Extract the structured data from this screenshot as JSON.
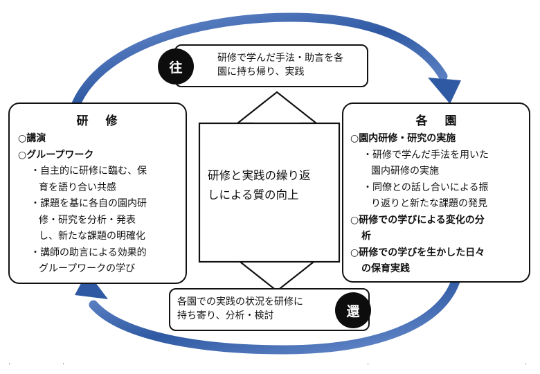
{
  "top_bubble": {
    "badge": "往",
    "lines": [
      "研修で学んだ手法・助言を各",
      "園に持ち帰り、実践"
    ]
  },
  "bottom_bubble": {
    "badge": "還",
    "lines": [
      "各園での実践の状況を研修に",
      "持ち寄り、分析・検討"
    ]
  },
  "left_box": {
    "title": "研　修",
    "items": [
      {
        "text": "○講演",
        "style": "bold"
      },
      {
        "text": "○グループワーク",
        "style": "bold"
      },
      {
        "text": "・自主的に研修に臨む、保",
        "style": "sub"
      },
      {
        "text": "育を語り合い共感",
        "style": "subc"
      },
      {
        "text": "・課題を基に各自の園内研",
        "style": "sub"
      },
      {
        "text": "修・研究を分析・発表",
        "style": "subc"
      },
      {
        "text": "し、新たな課題の明確化",
        "style": "subc"
      },
      {
        "text": "・講師の助言による効果的",
        "style": "sub"
      },
      {
        "text": "グループワークの学び",
        "style": "subc"
      }
    ]
  },
  "right_box": {
    "title": "各　園",
    "items": [
      {
        "text": "○園内研修・研究の実施",
        "style": "bold"
      },
      {
        "text": "・研修で学んだ手法を用いた",
        "style": "sub"
      },
      {
        "text": "園内研修の実施",
        "style": "subc"
      },
      {
        "text": "・同僚との話し合いによる振",
        "style": "sub"
      },
      {
        "text": "り返りと新たな課題の発見",
        "style": "subc"
      },
      {
        "text": "○研修での学びによる変化の分",
        "style": "bold"
      },
      {
        "text": "析",
        "style": "boldc"
      },
      {
        "text": "○研修での学びを生かした日々",
        "style": "bold"
      },
      {
        "text": "の保育実践",
        "style": "boldc"
      }
    ]
  },
  "center": {
    "lines": [
      "研修と実践の繰り返",
      "しによる質の向上"
    ]
  },
  "colors": {
    "cycle_arrow": "#2f5aa3",
    "cycle_arrow_light": "#6d8fd0",
    "badge": "#0d0d0d"
  }
}
